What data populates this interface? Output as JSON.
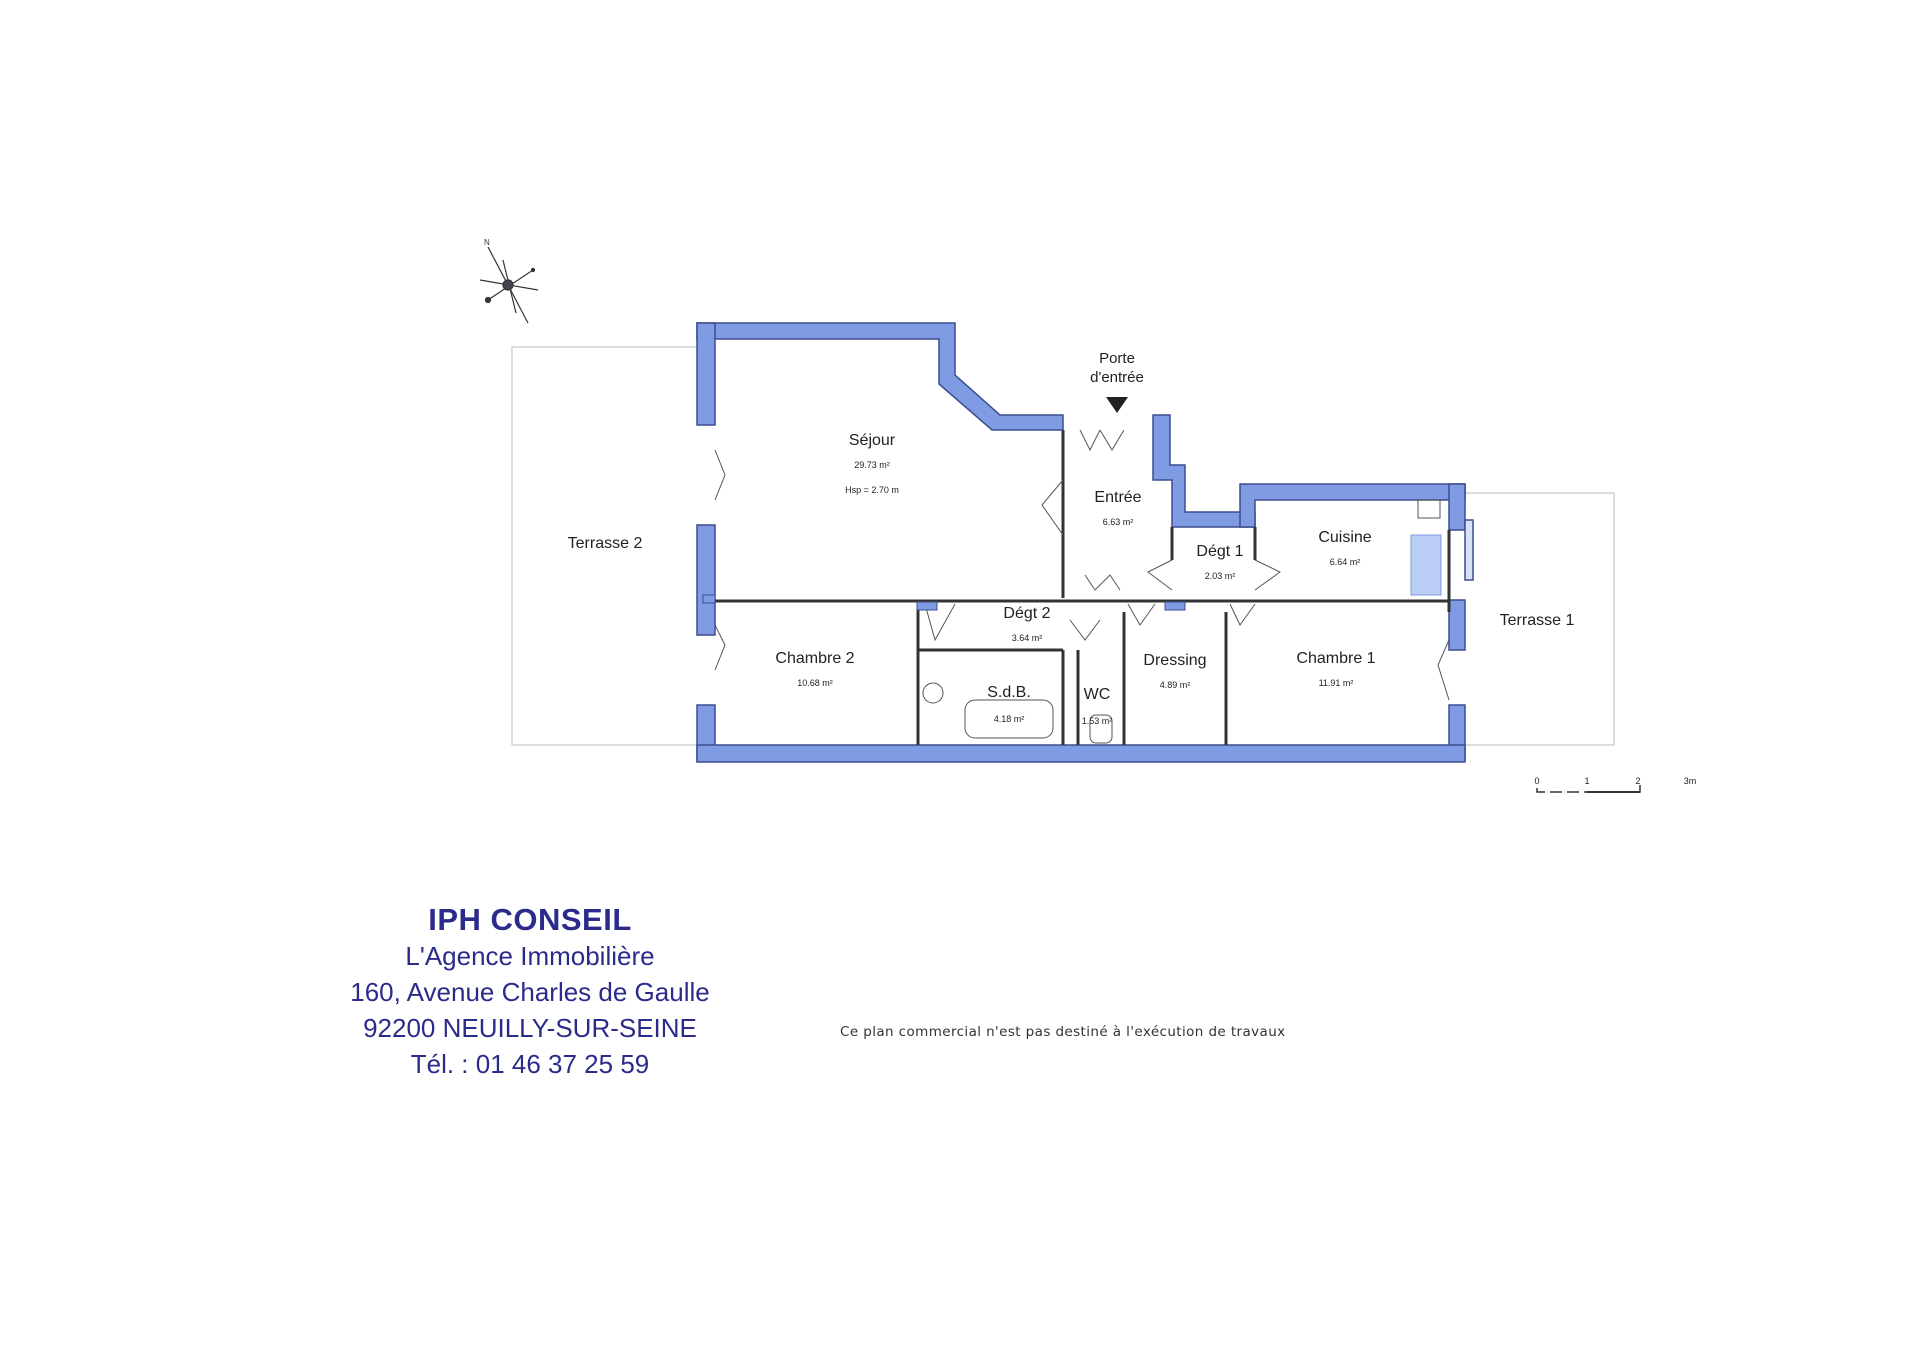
{
  "entrance": {
    "label_line1": "Porte",
    "label_line2": "d'entrée"
  },
  "rooms": {
    "sejour": {
      "name": "Séjour",
      "area": "29.73 m²",
      "note": "Hsp = 2.70 m"
    },
    "entree": {
      "name": "Entrée",
      "area": "6.63 m²"
    },
    "degt1": {
      "name": "Dégt 1",
      "area": "2.03 m²"
    },
    "cuisine": {
      "name": "Cuisine",
      "area": "6.64 m²"
    },
    "degt2": {
      "name": "Dégt 2",
      "area": "3.64 m²"
    },
    "chambre2": {
      "name": "Chambre 2",
      "area": "10.68 m²"
    },
    "sdb": {
      "name": "S.d.B.",
      "area": "4.18 m²"
    },
    "wc": {
      "name": "WC",
      "area": "1.53 m²"
    },
    "dressing": {
      "name": "Dressing",
      "area": "4.89 m²"
    },
    "chambre1": {
      "name": "Chambre 1",
      "area": "11.91 m²"
    }
  },
  "terraces": {
    "t1": "Terrasse 1",
    "t2": "Terrasse 2"
  },
  "scale": {
    "t0": "0",
    "t1": "1",
    "t2": "2",
    "t3": "3m"
  },
  "agency": {
    "name": "IPH CONSEIL",
    "tagline": "L'Agence Immobilière",
    "address": "160, Avenue Charles de Gaulle",
    "city": "92200 NEUILLY-SUR-SEINE",
    "phone": "Tél. : 01 46 37 25 59"
  },
  "disclaimer": "Ce plan commercial n'est pas destiné à l'exécution de travaux",
  "colors": {
    "wall": "#7e9be3",
    "wall_stroke": "#3c4d8e",
    "agency_text": "#2b2b8c"
  }
}
